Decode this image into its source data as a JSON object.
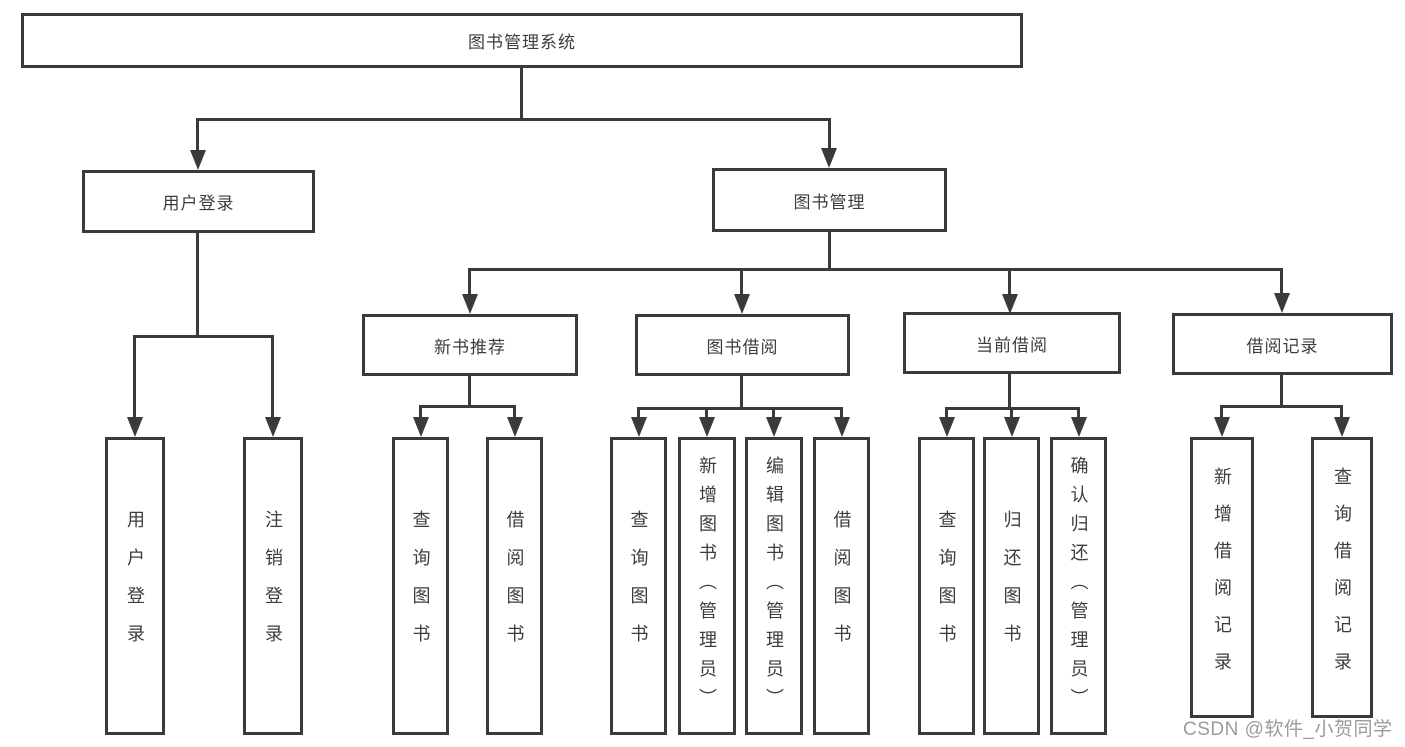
{
  "diagram_title": "图书管理系统",
  "nodes": {
    "root": "图书管理系统",
    "user_login": "用户登录",
    "book_mgmt": "图书管理",
    "new_book": "新书推荐",
    "book_borrow": "图书借阅",
    "current_borrow": "当前借阅",
    "borrow_record": "借阅记录"
  },
  "leaves": {
    "user_login": [
      "用户登录",
      "注销登录"
    ],
    "new_book": [
      "查询图书",
      "借阅图书"
    ],
    "book_borrow": [
      "查询图书",
      "新增图书（管理员）",
      "编辑图书（管理员）",
      "借阅图书"
    ],
    "current_borrow": [
      "查询图书",
      "归还图书",
      "确认归还（管理员）"
    ],
    "borrow_record": [
      "新增借阅记录",
      "查询借阅记录"
    ]
  },
  "watermark": "CSDN @软件_小贺同学",
  "colors": {
    "line": "#3a3a3a",
    "box_border": "#3a3a3a",
    "box_fill": "#ffffff",
    "text": "#3d3d3d",
    "watermark": "#9b9b9b",
    "background": "#ffffff"
  }
}
